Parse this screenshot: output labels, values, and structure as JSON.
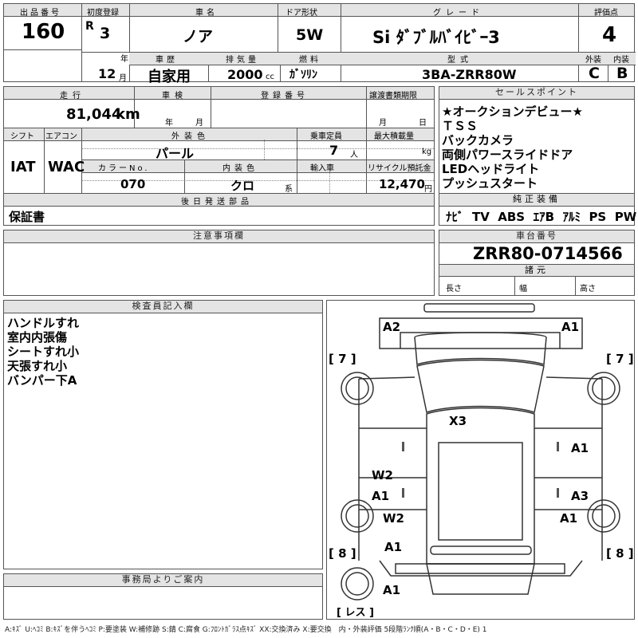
{
  "header": {
    "lot_label": "出品番号",
    "lot_value": "160",
    "reg_label": "初度登録",
    "reg_era": "R",
    "reg_year": "3",
    "reg_year_unit": "年",
    "reg_month": "12",
    "reg_month_unit": "月",
    "name_label": "車名",
    "name_value": "ノア",
    "history_label": "車歴",
    "history_value": "自家用",
    "displacement_label": "排気量",
    "displacement_value": "2000",
    "displacement_unit": "cc",
    "door_label": "ドア形状",
    "door_value": "5W",
    "fuel_label": "燃料",
    "fuel_value": "ｶﾞｿﾘﾝ",
    "grade_label": "グレード",
    "grade_value": "Si ﾀﾞﾌﾞﾙﾊﾞｲﾋﾞｰ3",
    "model_label": "型式",
    "model_value": "3BA-ZRR80W",
    "score_label": "評価点",
    "score_value": "4",
    "ext_label": "外装",
    "ext_value": "C",
    "int_label": "内装",
    "int_value": "B"
  },
  "info": {
    "mileage_label": "走行",
    "mileage_value": "81,044",
    "mileage_unit": "km",
    "inspection_label": "車検",
    "inspection_year": "年",
    "inspection_month": "月",
    "regno_label": "登録番号",
    "transfer_label": "譲渡書類期限",
    "transfer_month": "月",
    "transfer_day": "日",
    "shift_label": "シフト",
    "shift_value": "IAT",
    "ac_label": "エアコン",
    "ac_value": "WAC",
    "ext_color_label": "外装色",
    "ext_color_value": "パール",
    "capacity_label": "乗車定員",
    "capacity_value": "7",
    "capacity_unit": "人",
    "load_label": "最大積載量",
    "load_unit": "kg",
    "color_no_label": "カラーNo.",
    "color_no_value": "070",
    "int_color_label": "内装色",
    "int_color_value": "クロ",
    "int_color_unit": "系",
    "import_label": "輸入車",
    "recycle_label": "リサイクル預託金",
    "recycle_value": "12,470",
    "recycle_unit": "円",
    "later_label": "後日発送部品",
    "later_value": "保証書"
  },
  "sales": {
    "label": "セールスポイント",
    "points": [
      "★オークションデビュー★",
      "ＴＳＳ",
      "バックカメラ",
      "両側パワースライドドア",
      "LEDヘッドライト",
      "プッシュスタート"
    ]
  },
  "equipment": {
    "label": "純正装備",
    "items": [
      "ﾅﾋﾞ",
      "TV",
      "ABS",
      "ｴｱB",
      "ｱﾙﾐ",
      "PS",
      "PW"
    ]
  },
  "notes_label": "注意事項欄",
  "chassis": {
    "label": "車台番号",
    "value": "ZRR80-0714566",
    "spec_label": "諸元",
    "length_label": "長さ",
    "width_label": "幅",
    "height_label": "高さ"
  },
  "inspector": {
    "label": "検査員記入欄",
    "lines": [
      "ハンドルすれ",
      "室内内張傷",
      "シートすれ小",
      "天張すれ小",
      "バンパー下A"
    ]
  },
  "office_label": "事務局よりご案内",
  "diagram": {
    "marks": [
      "A2",
      "A1",
      "[ 7 ]",
      "[ 7 ]",
      "X3",
      "A1",
      "W2",
      "A1",
      "A3",
      "W2",
      "A1",
      "A1",
      "[ 8 ]",
      "[ 8 ]",
      "A1",
      "[ レス ]"
    ]
  },
  "legend": "A:ｷｽﾞ U:ﾍｺﾐ B:ｷｽﾞを伴うﾍｺﾐ P:要塗装 W:補修跡 S:錆 C:腐食 G:ﾌﾛﾝﾄｶﾞﾗｽ点ｷｽﾞ XX:交換済み X:要交換　内・外装評価 5段階ﾗﾝｸ順(A・B・C・D・E) 1"
}
